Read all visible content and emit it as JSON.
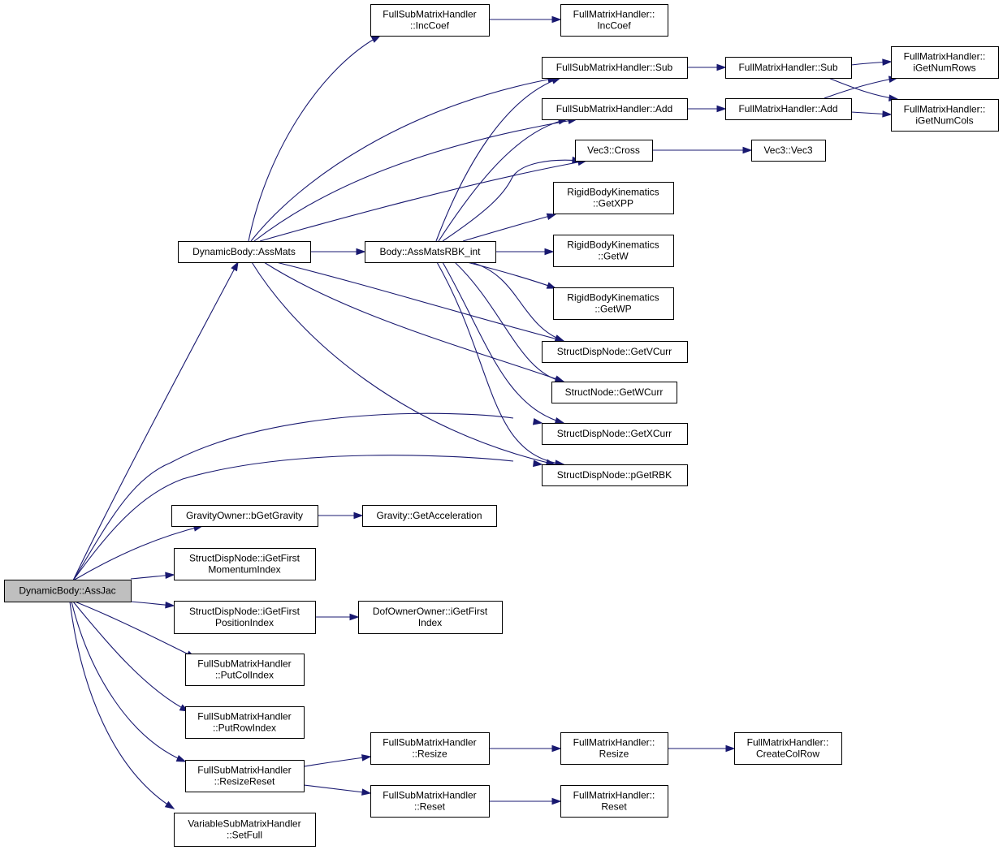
{
  "graph": {
    "nodes": [
      {
        "id": "assjac",
        "lines": [
          "DynamicBody::AssJac"
        ],
        "root": true
      },
      {
        "id": "assmats",
        "lines": [
          "DynamicBody::AssMats"
        ]
      },
      {
        "id": "fsm_inccoef",
        "lines": [
          "FullSubMatrixHandler",
          "::IncCoef"
        ]
      },
      {
        "id": "fm_inccoef",
        "lines": [
          "FullMatrixHandler::",
          "IncCoef"
        ]
      },
      {
        "id": "fsm_sub",
        "lines": [
          "FullSubMatrixHandler::Sub"
        ]
      },
      {
        "id": "fm_sub",
        "lines": [
          "FullMatrixHandler::Sub"
        ]
      },
      {
        "id": "fm_rows",
        "lines": [
          "FullMatrixHandler::",
          "iGetNumRows"
        ]
      },
      {
        "id": "fsm_add",
        "lines": [
          "FullSubMatrixHandler::Add"
        ]
      },
      {
        "id": "fm_add",
        "lines": [
          "FullMatrixHandler::Add"
        ]
      },
      {
        "id": "fm_cols",
        "lines": [
          "FullMatrixHandler::",
          "iGetNumCols"
        ]
      },
      {
        "id": "vec3_cross",
        "lines": [
          "Vec3::Cross"
        ]
      },
      {
        "id": "vec3_vec3",
        "lines": [
          "Vec3::Vec3"
        ]
      },
      {
        "id": "rbk_xpp",
        "lines": [
          "RigidBodyKinematics",
          "::GetXPP"
        ]
      },
      {
        "id": "body_rbk",
        "lines": [
          "Body::AssMatsRBK_int"
        ]
      },
      {
        "id": "rbk_w",
        "lines": [
          "RigidBodyKinematics",
          "::GetW"
        ]
      },
      {
        "id": "rbk_wp",
        "lines": [
          "RigidBodyKinematics",
          "::GetWP"
        ]
      },
      {
        "id": "sdn_vcurr",
        "lines": [
          "StructDispNode::GetVCurr"
        ]
      },
      {
        "id": "sn_wcurr",
        "lines": [
          "StructNode::GetWCurr"
        ]
      },
      {
        "id": "sdn_xcurr",
        "lines": [
          "StructDispNode::GetXCurr"
        ]
      },
      {
        "id": "sdn_rbk",
        "lines": [
          "StructDispNode::pGetRBK"
        ]
      },
      {
        "id": "grav_owner",
        "lines": [
          "GravityOwner::bGetGravity"
        ]
      },
      {
        "id": "grav_acc",
        "lines": [
          "Gravity::GetAcceleration"
        ]
      },
      {
        "id": "sdn_mom",
        "lines": [
          "StructDispNode::iGetFirst",
          "MomentumIndex"
        ]
      },
      {
        "id": "sdn_pos",
        "lines": [
          "StructDispNode::iGetFirst",
          "PositionIndex"
        ]
      },
      {
        "id": "dof_first",
        "lines": [
          "DofOwnerOwner::iGetFirst",
          "Index"
        ]
      },
      {
        "id": "fsm_putcol",
        "lines": [
          "FullSubMatrixHandler",
          "::PutColIndex"
        ]
      },
      {
        "id": "fsm_putrow",
        "lines": [
          "FullSubMatrixHandler",
          "::PutRowIndex"
        ]
      },
      {
        "id": "fsm_resizereset",
        "lines": [
          "FullSubMatrixHandler",
          "::ResizeReset"
        ]
      },
      {
        "id": "fsm_resize",
        "lines": [
          "FullSubMatrixHandler",
          "::Resize"
        ]
      },
      {
        "id": "fm_resize",
        "lines": [
          "FullMatrixHandler::",
          "Resize"
        ]
      },
      {
        "id": "fm_createcolrow",
        "lines": [
          "FullMatrixHandler::",
          "CreateColRow"
        ]
      },
      {
        "id": "fsm_reset",
        "lines": [
          "FullSubMatrixHandler",
          "::Reset"
        ]
      },
      {
        "id": "fm_reset",
        "lines": [
          "FullMatrixHandler::",
          "Reset"
        ]
      },
      {
        "id": "vsm_setfull",
        "lines": [
          "VariableSubMatrixHandler",
          "::SetFull"
        ]
      }
    ],
    "edges": [
      [
        "assjac",
        "assmats"
      ],
      [
        "assjac",
        "sdn_xcurr"
      ],
      [
        "assjac",
        "sdn_rbk"
      ],
      [
        "assjac",
        "grav_owner"
      ],
      [
        "assjac",
        "sdn_mom"
      ],
      [
        "assjac",
        "sdn_pos"
      ],
      [
        "assjac",
        "fsm_putcol"
      ],
      [
        "assjac",
        "fsm_putrow"
      ],
      [
        "assjac",
        "fsm_resizereset"
      ],
      [
        "assjac",
        "vsm_setfull"
      ],
      [
        "assmats",
        "fsm_inccoef"
      ],
      [
        "assmats",
        "fsm_sub"
      ],
      [
        "assmats",
        "fsm_add"
      ],
      [
        "assmats",
        "vec3_cross"
      ],
      [
        "assmats",
        "body_rbk"
      ],
      [
        "assmats",
        "sdn_vcurr"
      ],
      [
        "assmats",
        "sn_wcurr"
      ],
      [
        "assmats",
        "sdn_rbk"
      ],
      [
        "fsm_inccoef",
        "fm_inccoef"
      ],
      [
        "fsm_sub",
        "fm_sub"
      ],
      [
        "fm_sub",
        "fm_rows"
      ],
      [
        "fm_sub",
        "fm_cols"
      ],
      [
        "fsm_add",
        "fm_add"
      ],
      [
        "fm_add",
        "fm_rows"
      ],
      [
        "fm_add",
        "fm_cols"
      ],
      [
        "vec3_cross",
        "vec3_vec3"
      ],
      [
        "body_rbk",
        "fsm_sub"
      ],
      [
        "body_rbk",
        "fsm_add"
      ],
      [
        "body_rbk",
        "vec3_cross"
      ],
      [
        "body_rbk",
        "rbk_xpp"
      ],
      [
        "body_rbk",
        "rbk_w"
      ],
      [
        "body_rbk",
        "rbk_wp"
      ],
      [
        "body_rbk",
        "sdn_vcurr"
      ],
      [
        "body_rbk",
        "sn_wcurr"
      ],
      [
        "body_rbk",
        "sdn_xcurr"
      ],
      [
        "body_rbk",
        "sdn_rbk"
      ],
      [
        "grav_owner",
        "grav_acc"
      ],
      [
        "sdn_pos",
        "dof_first"
      ],
      [
        "fsm_resizereset",
        "fsm_resize"
      ],
      [
        "fsm_resizereset",
        "fsm_reset"
      ],
      [
        "fsm_resize",
        "fm_resize"
      ],
      [
        "fm_resize",
        "fm_createcolrow"
      ],
      [
        "fsm_reset",
        "fm_reset"
      ]
    ],
    "colors": {
      "edge": "#191970",
      "root_fill": "#bfbfbf",
      "node_fill": "#ffffff",
      "border": "#000000"
    }
  }
}
